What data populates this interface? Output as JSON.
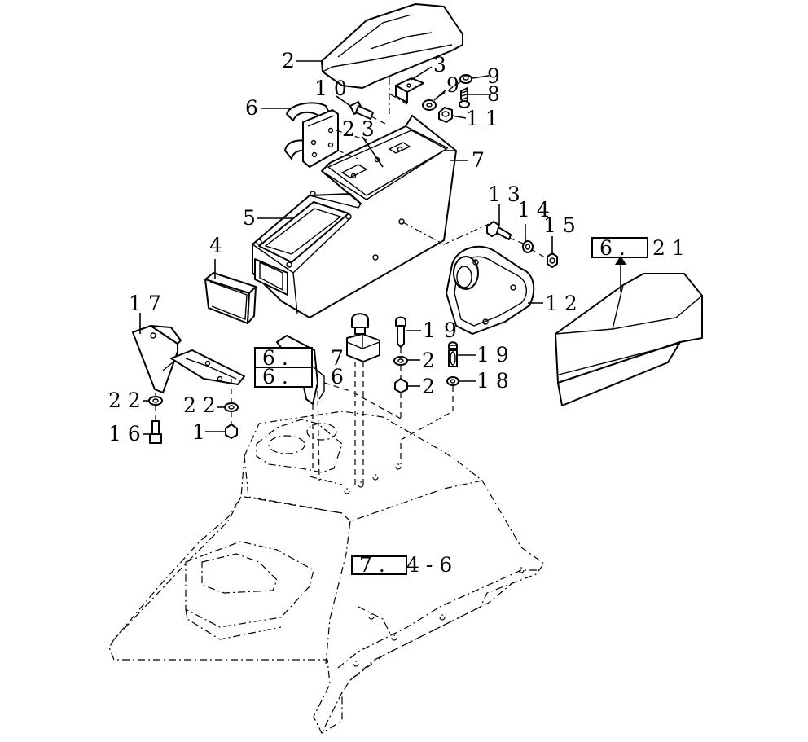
{
  "diagram": {
    "callouts": {
      "c2": "2",
      "c3": "3",
      "c9a": "9",
      "c9b": "9",
      "c8": "8",
      "c10": "1 0",
      "c11": "1 1",
      "c6": "6",
      "c23": "2 3",
      "c7": "7",
      "c13": "1 3",
      "c14": "1 4",
      "c15": "1 5",
      "c5": "5",
      "c4": "4",
      "c12": "1 2",
      "c17": "1 7",
      "c1a": "1",
      "c19": "9",
      "c19b": "1 9",
      "c2a": "2",
      "c2b": "2",
      "c18": "1 8",
      "c22a": "2 2",
      "c22b": "2 2",
      "c16": "1 6",
      "c1b": "1"
    },
    "refs": {
      "r621_box": "6 .",
      "r621_tail": "2 1",
      "r67_box": "6 .",
      "r67_tail": "7",
      "r66_box": "6 .",
      "r66_tail": "6",
      "r746_box": "7 .",
      "r746_tail": "4 - 6"
    }
  }
}
